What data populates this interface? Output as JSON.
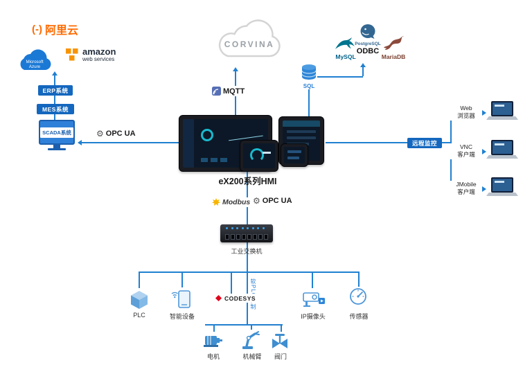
{
  "diagram": {
    "title": "eX200系列HMI"
  },
  "clouds": {
    "alibaba_mark": "(-)",
    "alibaba_label": "阿里云",
    "azure_line1": "Microsoft",
    "azure_line2": "Azure",
    "aws_line1": "amazon",
    "aws_line2": "web services",
    "corvina": "CORVINA"
  },
  "left_chain": {
    "erp": "ERP系统",
    "mes": "MES系统",
    "scada": "SCADA系统",
    "opc_ua": "OPC UA"
  },
  "protocols": {
    "mqtt": "MQTT",
    "modbus": "Modbus",
    "opc_ua": "OPC UA"
  },
  "databases": {
    "sql": "SQL",
    "postgresql": "PostgreSQL",
    "odbc": "ODBC",
    "mysql": "MySQL",
    "mariadb": "MariaDB"
  },
  "remote": {
    "badge": "远程监控",
    "clients": [
      {
        "line1": "Web",
        "line2": "浏览器"
      },
      {
        "line1": "VNC",
        "line2": "客户端"
      },
      {
        "line1": "JMobile",
        "line2": "客户端"
      }
    ]
  },
  "network": {
    "switch": "工业交换机",
    "soft_plc": "软PLC控制"
  },
  "field_devices": {
    "plc": "PLC",
    "smart_device": "智能设备",
    "codesys": "CODESYS",
    "ip_camera": "IP摄像头",
    "sensor": "传感器"
  },
  "actuators": {
    "motor": "电机",
    "robot_arm": "机械臂",
    "valve": "阀门"
  },
  "colors": {
    "accent": "#2080D0",
    "badge_blue": "#1467BE",
    "alibaba_orange": "#FF6A00",
    "aws_orange": "#F79400",
    "device_blue": "#4D96D9"
  }
}
